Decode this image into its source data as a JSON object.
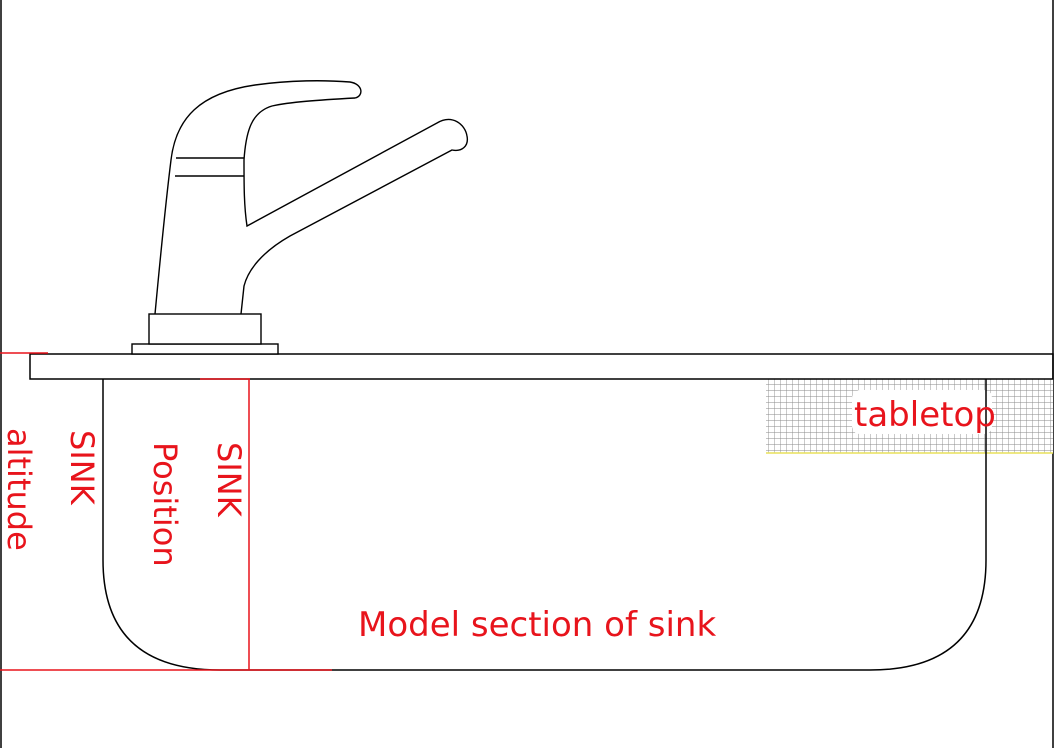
{
  "labels": {
    "sink_altitude_line1": "SINK",
    "sink_altitude_line2": "altitude",
    "sink_position_line1": "SINK",
    "sink_position_line2": "Position",
    "tabletop": "tabletop",
    "caption": "Model section of sink"
  },
  "colors": {
    "line": "#000000",
    "annotation": "#e8141c",
    "hatch": "#8a8a8a",
    "hatch_edge": "#e8e15a"
  },
  "icons": {
    "faucet": "faucet-icon"
  }
}
